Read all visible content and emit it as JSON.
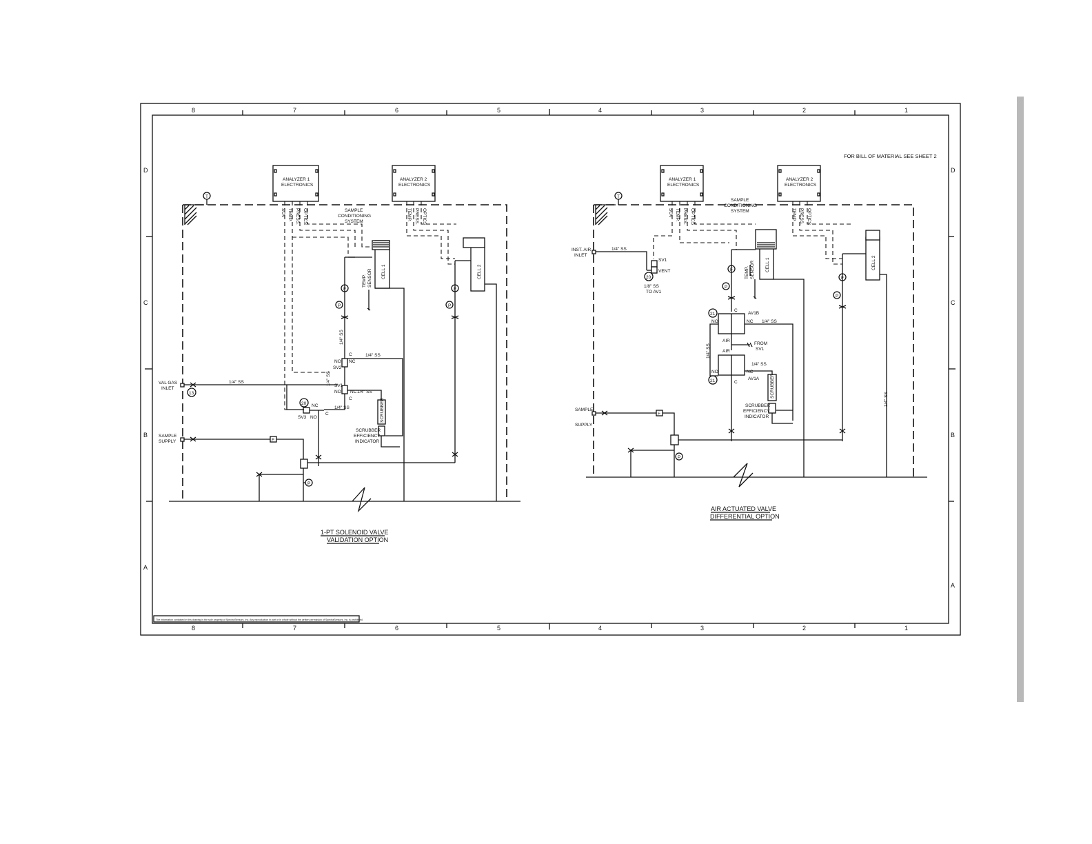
{
  "border": {
    "columns_top": [
      "8",
      "7",
      "6",
      "5",
      "4",
      "3",
      "2",
      "1"
    ],
    "columns_bottom": [
      "8",
      "7",
      "6",
      "5",
      "4",
      "3",
      "2",
      "1"
    ],
    "rows_left": [
      "D",
      "C",
      "B",
      "A"
    ],
    "rows_right": [
      "D",
      "C",
      "B",
      "A"
    ],
    "note_top_right": "FOR BILL OF MATERIAL SEE SHEET 2",
    "disclaimer": "The information contained in this drawing is the sole property of SpectraSensors, Inc. Any reproduction in part or in whole without the written permission of SpectraSensors, Inc. is prohibited."
  },
  "left": {
    "analyzer1": [
      "ANALYZER 1",
      "ELECTRONICS"
    ],
    "analyzer2": [
      "ANALYZER 2",
      "ELECTRONICS"
    ],
    "signals1": [
      "SOV",
      "TEMP.",
      "PRESS.",
      "OPTICS"
    ],
    "signals2": [
      "TEMP.",
      "PRESS.",
      "OPTICS"
    ],
    "system": [
      "SAMPLE",
      "CONDITIONING",
      "SYSTEM"
    ],
    "cell1": "CELL 1",
    "cell2": "CELL 2",
    "temp_sensor": [
      "TEMP.",
      "SENSOR"
    ],
    "tube": "1/4\" SS",
    "sv1": "SV1",
    "sv2": "SV2",
    "sv3": "SV3",
    "no": "NO",
    "nc": "NC",
    "c": "C",
    "val_gas": [
      "VAL GAS",
      "INLET"
    ],
    "sample_supply": [
      "SAMPLE",
      "SUPPLY"
    ],
    "tag_t": "T",
    "tag_13": "13",
    "tag_20": "20",
    "tag_f": "F",
    "tag_p": "P",
    "scrubber": "SCRUBBER",
    "sei": [
      "SCRUBBER",
      "EFFICIENCY",
      "INDICATOR"
    ],
    "title": [
      "1-PT SOLENOID VALVE",
      "VALIDATION OPTION"
    ]
  },
  "right": {
    "analyzer1": [
      "ANALYZER 1",
      "ELECTRONICS"
    ],
    "analyzer2": [
      "ANALYZER 2",
      "ELECTRONICS"
    ],
    "signals1": [
      "SOV",
      "TEMP.",
      "PRESS.",
      "OPTICS"
    ],
    "signals2": [
      "TEMP.",
      "PRESS.",
      "OPTICS"
    ],
    "system": [
      "SAMPLE",
      "CONDITIONING",
      "SYSTEM"
    ],
    "cell1": "CELL 1",
    "cell2": "CELL 2",
    "temp_sensor": [
      "TEMP.",
      "SENSOR"
    ],
    "inst_air": [
      "INST. AIR",
      "INLET"
    ],
    "tube": "1/4\" SS",
    "tube_small": "1/8\" SS",
    "to_av1": "TO AV1",
    "sv1": "SV1",
    "vent": "VENT",
    "av1b": "AV1B",
    "av1a": "AV1A",
    "air": "AIR",
    "from_sv1": [
      "FROM",
      "SV1"
    ],
    "no": "NO",
    "nc": "NC",
    "c": "C",
    "tag_t": "T",
    "tag_20": "20",
    "tag_21": "21",
    "tag_f": "F",
    "tag_p": "P",
    "sample_supply": [
      "SAMPLE",
      "SUPPLY"
    ],
    "scrubber": "SCRUBBER",
    "sei": [
      "SCRUBBER",
      "EFFICIENCY",
      "INDICATOR"
    ],
    "title": [
      "AIR ACTUATED VALVE",
      "DIFFERENTIAL OPTION"
    ]
  }
}
